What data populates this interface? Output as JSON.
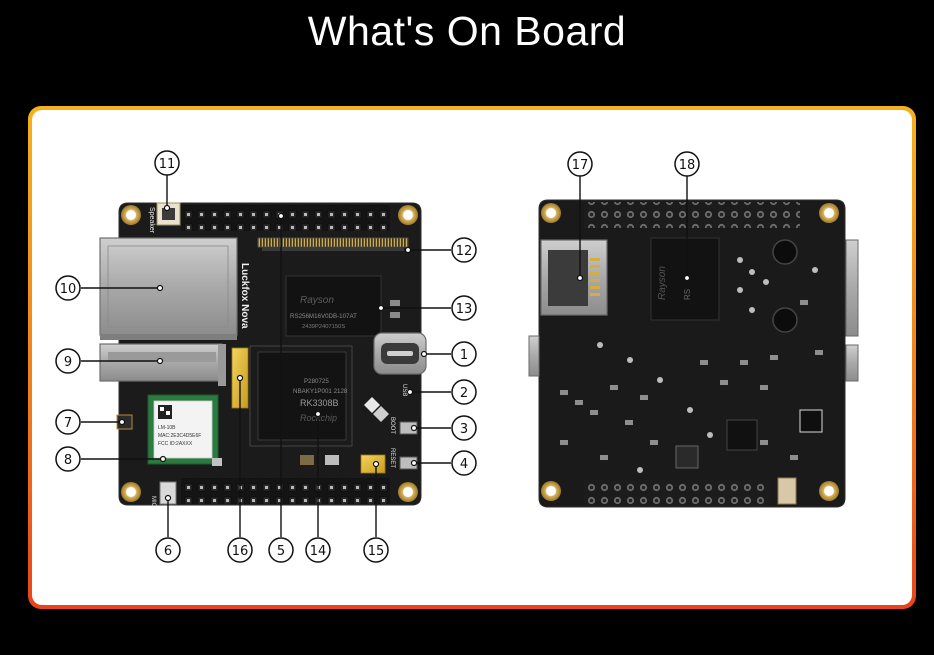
{
  "page": {
    "title": "What's On Board"
  },
  "board_front": {
    "silk_brand": "Luckfox Nova",
    "silk_speaker": "Speaker",
    "silk_mic": "MIC",
    "silk_boot": "BOOT",
    "silk_reset": "RESET",
    "silk_usb": "USB",
    "chip_memory_brand": "Rayson",
    "chip_memory_part": "RS256M16V0DB-107AT",
    "chip_memory_lot": "2439P2407150S",
    "chip_soc_part": "RK3308B",
    "chip_soc_code": "NBAKY1P001 2128",
    "chip_soc_lot": "P280725",
    "chip_soc_brand": "Rockchip",
    "wifi_module_line1": "LM-10B",
    "wifi_module_line2": "MAC:2E3C4D5E6F",
    "wifi_module_line3": "FCC ID:2AXXX"
  },
  "board_back": {
    "chip_brand": "Rayson",
    "chip_part": "RS"
  },
  "callouts": [
    "11",
    "12",
    "13",
    "1",
    "2",
    "3",
    "4",
    "10",
    "9",
    "7",
    "8",
    "6",
    "16",
    "5",
    "14",
    "15",
    "17",
    "18"
  ]
}
